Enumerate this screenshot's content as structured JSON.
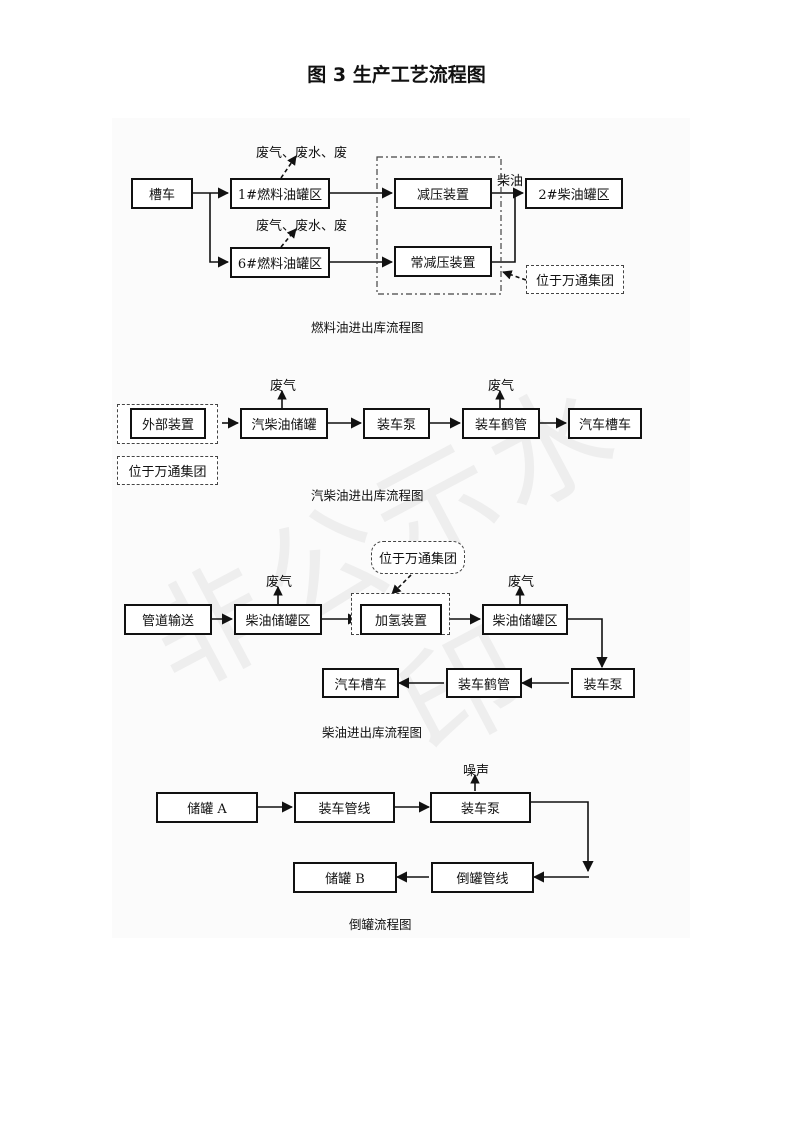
{
  "title": "图 3  生产工艺流程图",
  "watermark": "非公示水印",
  "fuel": {
    "tanker": "槽车",
    "tank1": "1#燃料油罐区",
    "tank6": "6#燃料油罐区",
    "decomp": "减压装置",
    "atmdecomp": "常减压装置",
    "tank2": "2#柴油罐区",
    "diesel_label": "柴油",
    "waste1": "废气、废水、废",
    "waste2": "废气、废水、废",
    "location": "位于万通集团",
    "caption": "燃料油进出库流程图"
  },
  "gasdiesel": {
    "external": "外部装置",
    "storage": "汽柴油储罐",
    "pump": "装车泵",
    "crane": "装车鹤管",
    "truck": "汽车槽车",
    "waste_a": "废气",
    "waste_b": "废气",
    "location": "位于万通集团",
    "caption": "汽柴油进出库流程图"
  },
  "diesel": {
    "pipeline": "管道输送",
    "tankarea1": "柴油储罐区",
    "hydro": "加氢装置",
    "tankarea2": "柴油储罐区",
    "pump": "装车泵",
    "crane": "装车鹤管",
    "truck": "汽车槽车",
    "waste_a": "废气",
    "waste_b": "废气",
    "location": "位于万通集团",
    "caption": "柴油进出库流程图"
  },
  "transfer": {
    "tankA": "储罐 A",
    "pipe1": "装车管线",
    "pump": "装车泵",
    "tankB": "储罐 B",
    "pipe2": "倒罐管线",
    "noise": "噪声",
    "caption": "倒罐流程图"
  }
}
